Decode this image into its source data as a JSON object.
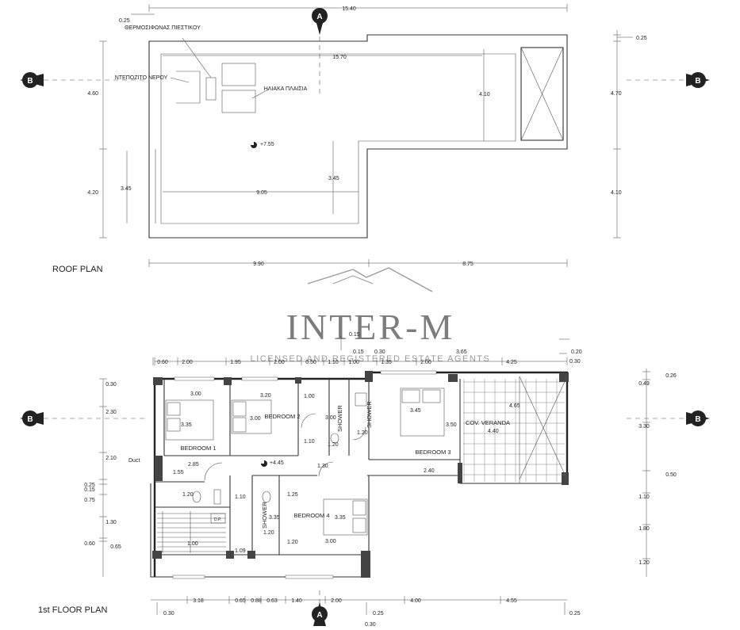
{
  "plans": {
    "roof_title": "ROOF PLAN",
    "floor_title": "1st FLOOR PLAN"
  },
  "section_markers": {
    "a": "A",
    "b": "B"
  },
  "watermark": {
    "name": "INTER-M",
    "tagline": "LICENSED AND REGISTERED ESTATE AGENTS"
  },
  "roof": {
    "labels": {
      "heater": "ΘΕΡΜΟΣΙΦΩΝΑΣ ΠΙΕΣΤΙΚΟΥ",
      "tank": "ΝΤΕΠΟΖΙΤΟ ΝΕΡΟΥ",
      "solar": "ΗΛΙΑΚΑ ΠΛΑΙΣΙΑ",
      "level": "+7.55"
    },
    "dims": {
      "top_total": "15.40",
      "top_small": "0.25",
      "right_small": "0.25",
      "inner_width": "15.70",
      "inner_left_height": "4.10",
      "inner_lower_height": "3.45",
      "inner_lower_width": "9.05",
      "left_upper": "4.60",
      "left_lower": "4.20",
      "left_inner": "3.45",
      "right_upper": "4.70",
      "right_lower": "4.10",
      "bottom_left": "9.90",
      "bottom_right": "8.75"
    }
  },
  "floor": {
    "rooms": {
      "bedroom1": "BEDROOM 1",
      "bedroom2": "BEDROOM 2",
      "bedroom3": "BEDROOM 3",
      "bedroom4": "BEDROOM 4",
      "veranda": "COV. VERANDA",
      "shower1": "SHOWER",
      "shower2": "SHOWER",
      "shower3": "SHOWER",
      "level": "+4.45",
      "duct": "Duct",
      "dp": "D.P."
    },
    "inner_dims": {
      "b1_w": "3.00",
      "b1_h": "3.35",
      "b2_w": "3.20",
      "b2_h": "3.00",
      "b3_w": "3.45",
      "b3_h": "3.50",
      "b4_w": "3.00",
      "b4_h": "3.35",
      "b4_small": "3.35",
      "ver_h": "4.65",
      "ver_w": "4.40",
      "s_w1": "1.00",
      "s_h1": "1.10",
      "s_w2": "1.20",
      "s3_w": "3.00",
      "s3_h": "1.20",
      "c1": "2.85",
      "c2": "1.55",
      "c3": "1.20",
      "c4": "1.10",
      "c5": "1.30",
      "c6": "2.40",
      "c7": "1.25",
      "c8": "1.20",
      "c9": "1.20",
      "c10": "1.00",
      "c11": "1.09"
    },
    "top_dims": {
      "t1": "0.15",
      "t2": "0.15",
      "t3": "0.30",
      "t4": "3.65",
      "t5": "0.30",
      "t6": "0.20",
      "row": [
        "0.60",
        "2.00",
        "1.95",
        "2.00",
        "0.50",
        "1.10",
        "1.00",
        "1.35",
        "2.00",
        "4.25"
      ]
    },
    "left_dims": [
      "0.30",
      "2.30",
      "2.10",
      "0.25",
      "0.15",
      "0.75",
      "1.30",
      "0.60",
      "0.65"
    ],
    "right_dims": [
      "0.26",
      "0.49",
      "3.30",
      "0.50",
      "1.10",
      "1.80",
      "1.20"
    ],
    "bottom_dims": [
      "3.18",
      "0.65",
      "0.88",
      "0.63",
      "1.40",
      "2.00",
      "4.00",
      "4.55"
    ],
    "bottom_small": [
      "0.30",
      "0.25",
      "0.30",
      "0.25"
    ]
  }
}
